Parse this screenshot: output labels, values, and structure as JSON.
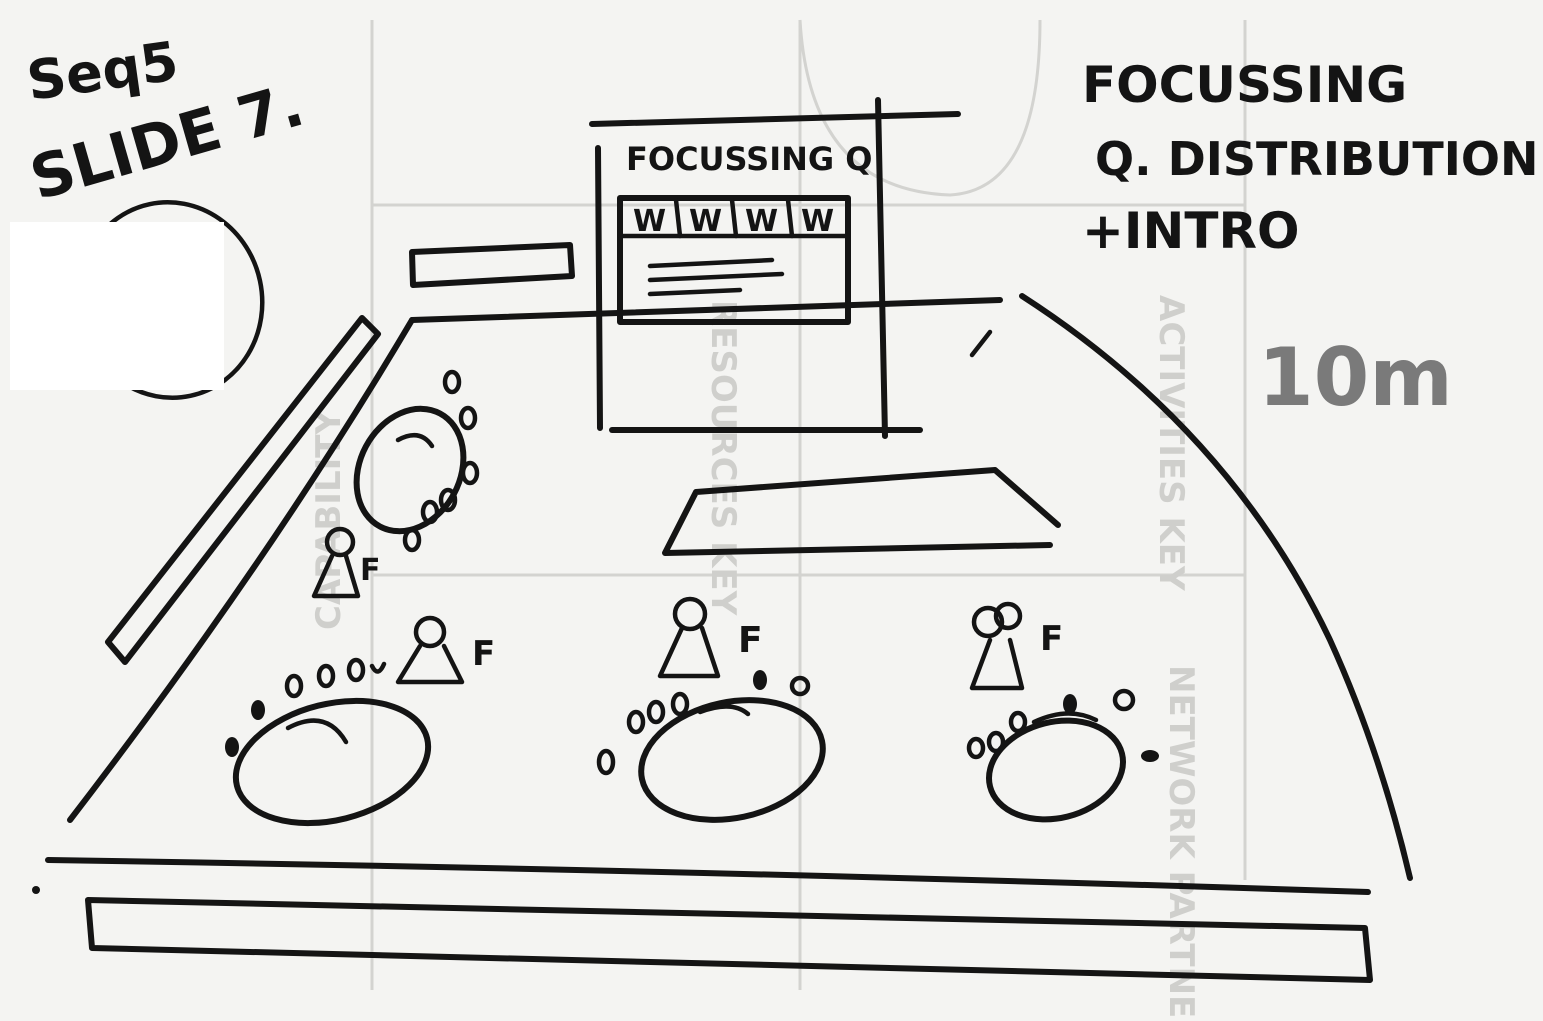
{
  "sketch": {
    "sequence_label": "Seq5",
    "slide_label": "SLIDE 7.",
    "title_lines": [
      "FOCUSSING",
      "Q. DISTRIBUTION",
      "+INTRO"
    ],
    "duration": "10m",
    "screen_title": "FOCUSSING Q",
    "screen_tabs": [
      "W",
      "W",
      "W",
      "W"
    ],
    "facilitator_mark": "F",
    "background_labels": [
      "RESOURCES KEY",
      "ACTIVITIES KEY",
      "NETWORK PARTNER",
      "CAPABILITY"
    ]
  }
}
